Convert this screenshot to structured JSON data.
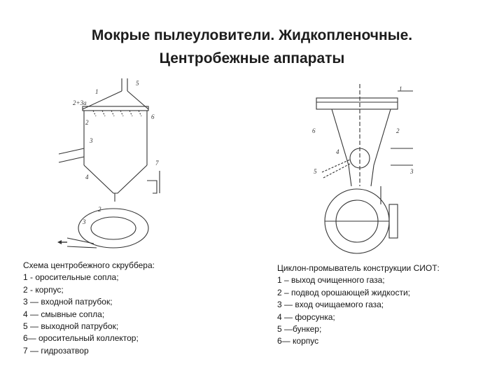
{
  "slide": {
    "title_line1": "Мокрые пылеуловители. Жидкопленочные.",
    "title_line2": "Центробежные аппараты"
  },
  "left_figure": {
    "callouts": [
      "1",
      "5",
      "6",
      "2",
      "3",
      "7",
      "4",
      "2",
      "3"
    ],
    "flow_label": "2+3a"
  },
  "right_figure": {
    "callouts": [
      "1",
      "6",
      "2",
      "5",
      "3",
      "4"
    ]
  },
  "left_caption": {
    "lines": [
      "Схема центробежного скруббера:",
      "1 - оросительные сопла;",
      "2 - корпус;",
      "3 — входной патрубок;",
      "4 — смывные  сопла;",
      "5 — выходной патрубок;",
      "6— оросительный коллектор;",
      "7 — гидрозатвор"
    ]
  },
  "right_caption": {
    "lines": [
      "Циклон-промыватель конструкции СИОТ:",
      "1 – выход очищенного газа;",
      "2 – подвод орошающей жидкости;",
      "3 — вход   очищаемого газа;",
      "4 — форсунка;",
      "5 —бункер;",
      "6— корпус"
    ]
  }
}
